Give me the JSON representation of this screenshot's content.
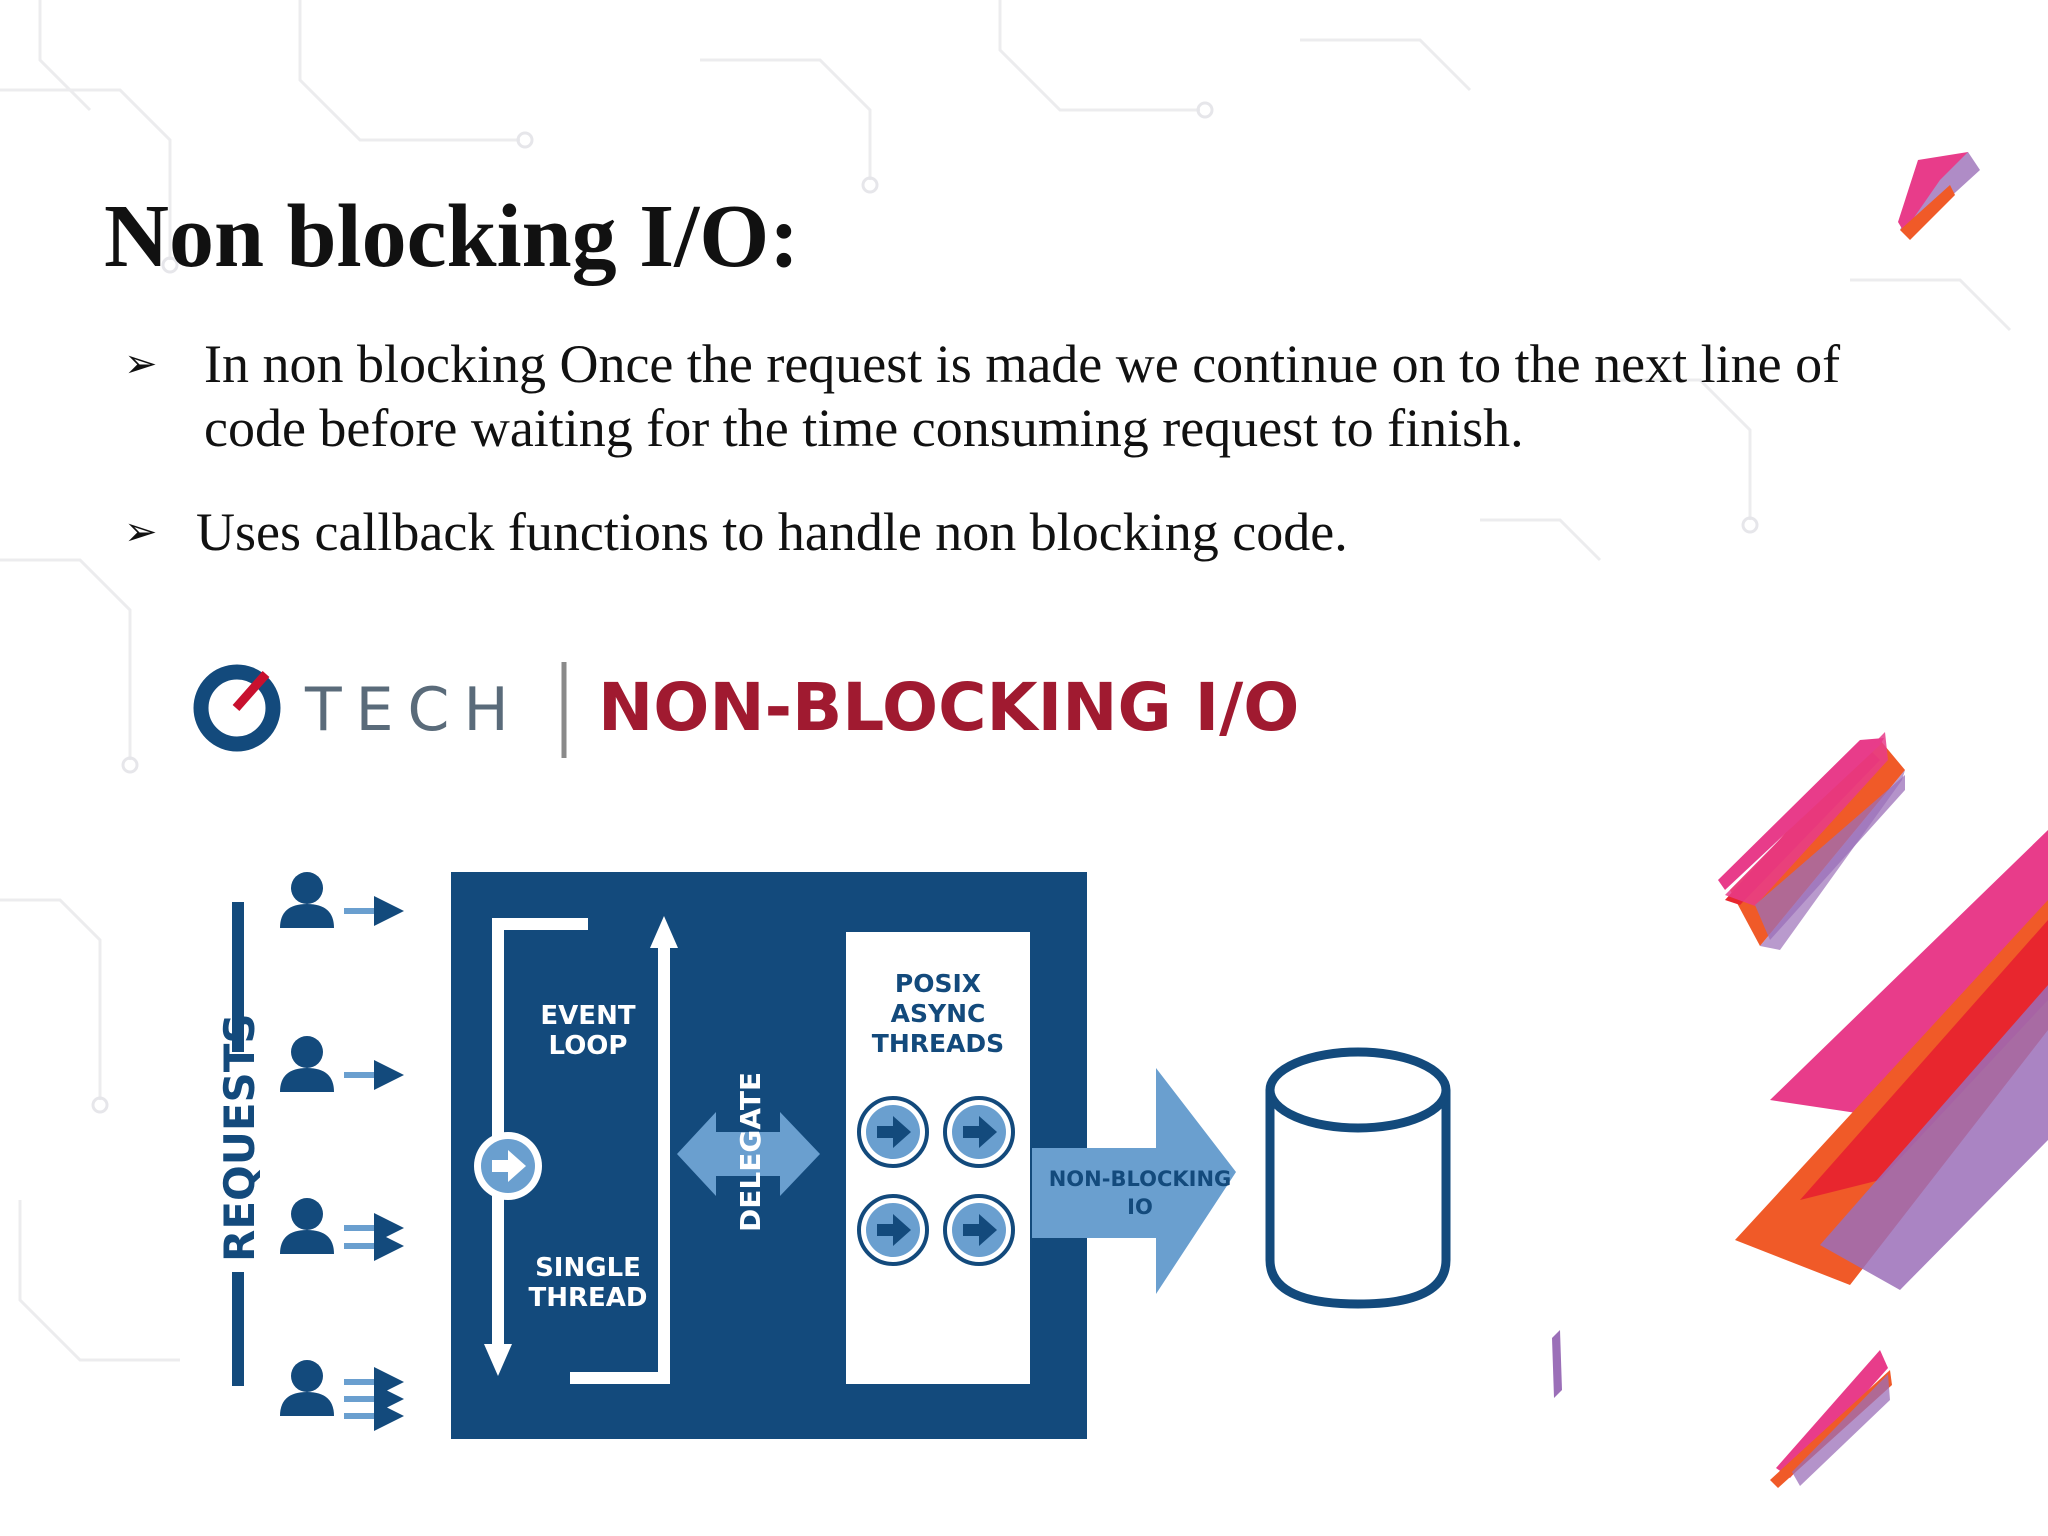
{
  "slide": {
    "title": "Non blocking I/O:",
    "bullets": [
      {
        "marker": "➢",
        "line1": "In non blocking Once the request is made we continue on to the next line of",
        "line2": "code before waiting for the time consuming request to finish."
      },
      {
        "marker": "➢",
        "line1": "Uses callback functions to handle non blocking code."
      }
    ]
  },
  "diagram": {
    "brand": "TECH",
    "heading": "NON-BLOCKING I/O",
    "requests_label": "REQUESTS",
    "event_loop_label": [
      "EVENT",
      "LOOP"
    ],
    "single_thread_label": [
      "SINGLE",
      "THREAD"
    ],
    "delegate_label": "DELEGATE",
    "posix_label": [
      "POSIX",
      "ASYNC",
      "THREADS"
    ],
    "nonblocking_io_label": [
      "NON-BLOCKING",
      "IO"
    ],
    "colors": {
      "navy": "#134a7c",
      "light_blue": "#6a9fcf",
      "heading_red": "#a01a30",
      "brand_gray": "#5a6b7a"
    }
  },
  "decoration": {
    "colors": {
      "pink": "#e83c8a",
      "red": "#e8262e",
      "orange": "#f05a28",
      "purple": "#9b6fb8"
    }
  }
}
